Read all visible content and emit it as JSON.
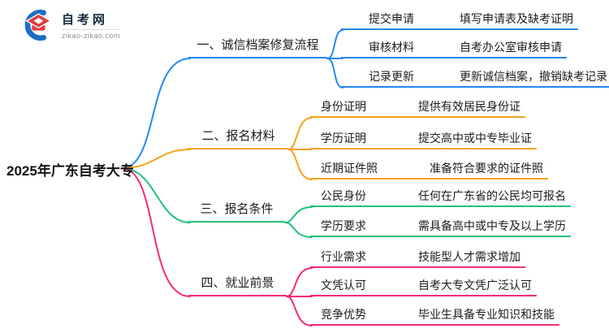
{
  "logo": {
    "title": "自考网",
    "domain": "zikao-zikao.com",
    "icon": "graduation-cap-icon"
  },
  "root": {
    "label": "2025年广东自考大专"
  },
  "colors": {
    "branch1_blue": "#2489f5",
    "branch2_orange": "#f5a31a",
    "branch3_green": "#21c17a",
    "branch4_pink": "#f72a7c",
    "logo_blue": "#1d6fc2",
    "logo_red": "#e23d3f",
    "text": "#1c1c1c"
  },
  "branches": [
    {
      "label": "一、诚信档案修复流程",
      "color": "#2489f5",
      "children": [
        {
          "topic": "提交申请",
          "detail": "填写申请表及缺考证明"
        },
        {
          "topic": "审核材料",
          "detail": "自考办公室审核申请"
        },
        {
          "topic": "记录更新",
          "detail": "更新诚信档案，撤销缺考记录"
        }
      ]
    },
    {
      "label": "二、报名材料",
      "color": "#f5a31a",
      "children": [
        {
          "topic": "身份证明",
          "detail": "提供有效居民身份证"
        },
        {
          "topic": "学历证明",
          "detail": "提交高中或中专毕业证"
        },
        {
          "topic": "近期证件照",
          "detail": "准备符合要求的证件照"
        }
      ]
    },
    {
      "label": "三、报名条件",
      "color": "#21c17a",
      "children": [
        {
          "topic": "公民身份",
          "detail": "任何在广东省的公民均可报名"
        },
        {
          "topic": "学历要求",
          "detail": "需具备高中或中专及以上学历"
        }
      ]
    },
    {
      "label": "四、就业前景",
      "color": "#f72a7c",
      "children": [
        {
          "topic": "行业需求",
          "detail": "技能型人才需求增加"
        },
        {
          "topic": "文凭认可",
          "detail": "自考大专文凭广泛认可"
        },
        {
          "topic": "竞争优势",
          "detail": "毕业生具备专业知识和技能"
        }
      ]
    }
  ]
}
